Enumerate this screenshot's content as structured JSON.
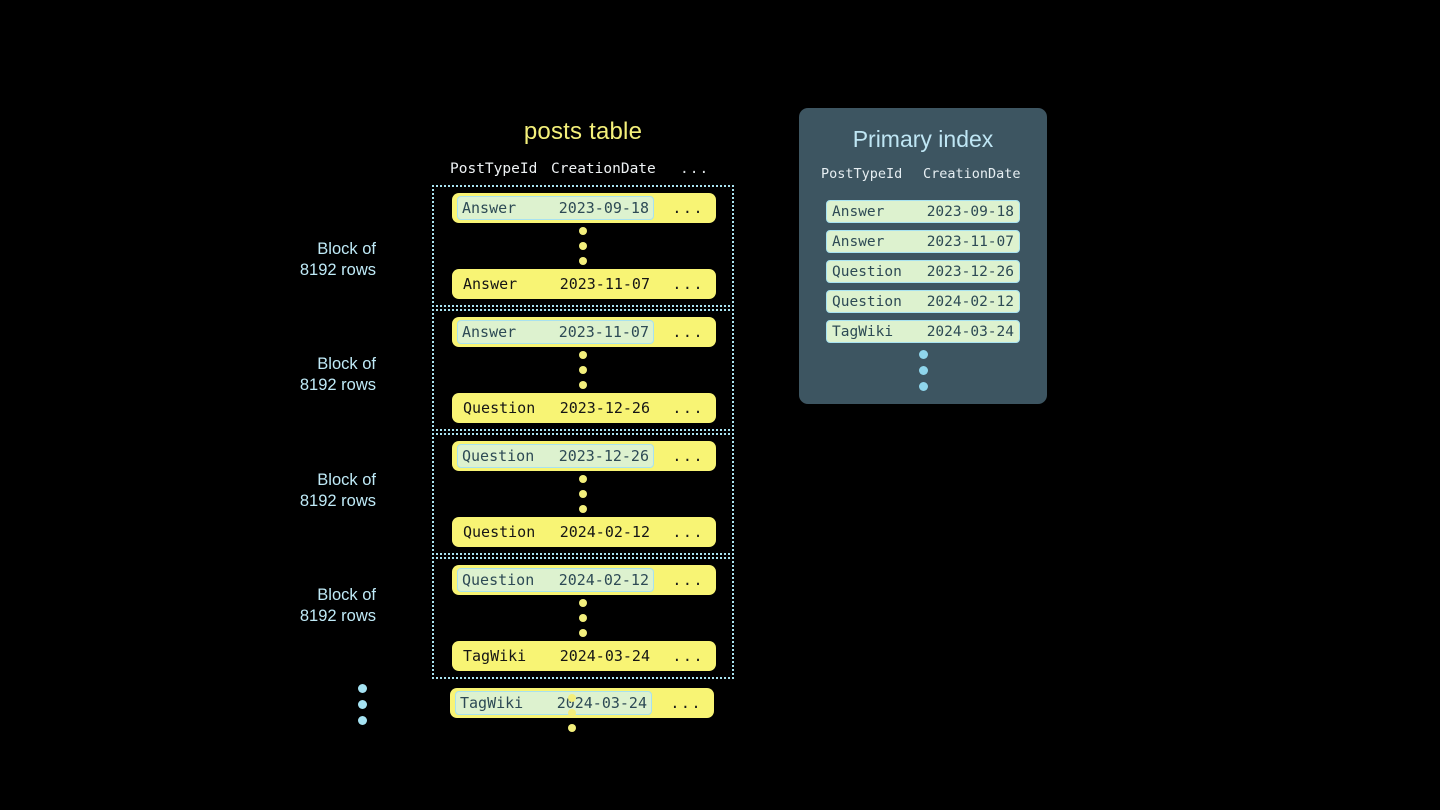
{
  "posts_table": {
    "title": "posts table",
    "columns": [
      "PostTypeId",
      "CreationDate",
      "..."
    ],
    "ellipsis_cell": "...",
    "blocks": [
      {
        "label_line1": "Block of",
        "label_line2": "8192 rows",
        "first_row": {
          "post_type_id": "Answer",
          "creation_date": "2023-09-18",
          "more": "...",
          "highlighted": true
        },
        "last_row": {
          "post_type_id": "Answer",
          "creation_date": "2023-11-07",
          "more": "...",
          "highlighted": false
        }
      },
      {
        "label_line1": "Block of",
        "label_line2": "8192 rows",
        "first_row": {
          "post_type_id": "Answer",
          "creation_date": "2023-11-07",
          "more": "...",
          "highlighted": true
        },
        "last_row": {
          "post_type_id": "Question",
          "creation_date": "2023-12-26",
          "more": "...",
          "highlighted": false
        }
      },
      {
        "label_line1": "Block of",
        "label_line2": "8192 rows",
        "first_row": {
          "post_type_id": "Question",
          "creation_date": "2023-12-26",
          "more": "...",
          "highlighted": true
        },
        "last_row": {
          "post_type_id": "Question",
          "creation_date": "2024-02-12",
          "more": "...",
          "highlighted": false
        }
      },
      {
        "label_line1": "Block of",
        "label_line2": "8192 rows",
        "first_row": {
          "post_type_id": "Question",
          "creation_date": "2024-02-12",
          "more": "...",
          "highlighted": true
        },
        "last_row": {
          "post_type_id": "TagWiki",
          "creation_date": "2024-03-24",
          "more": "...",
          "highlighted": false
        }
      }
    ],
    "trailing_row": {
      "post_type_id": "TagWiki",
      "creation_date": "2024-03-24",
      "more": "...",
      "highlighted": true
    }
  },
  "primary_index": {
    "title": "Primary index",
    "columns": [
      "PostTypeId",
      "CreationDate"
    ],
    "rows": [
      {
        "post_type_id": "Answer",
        "creation_date": "2023-09-18"
      },
      {
        "post_type_id": "Answer",
        "creation_date": "2023-11-07"
      },
      {
        "post_type_id": "Question",
        "creation_date": "2023-12-26"
      },
      {
        "post_type_id": "Question",
        "creation_date": "2024-02-12"
      },
      {
        "post_type_id": "TagWiki",
        "creation_date": "2024-03-24"
      }
    ]
  },
  "colors": {
    "background": "#000000",
    "row_yellow": "#f8f474",
    "highlight_green": "#ddf2cf",
    "accent_blue": "#a8e2f0",
    "panel_slate": "#3d5561",
    "title_yellow": "#f4f07a",
    "dot_yellow": "#f3ef7c"
  }
}
